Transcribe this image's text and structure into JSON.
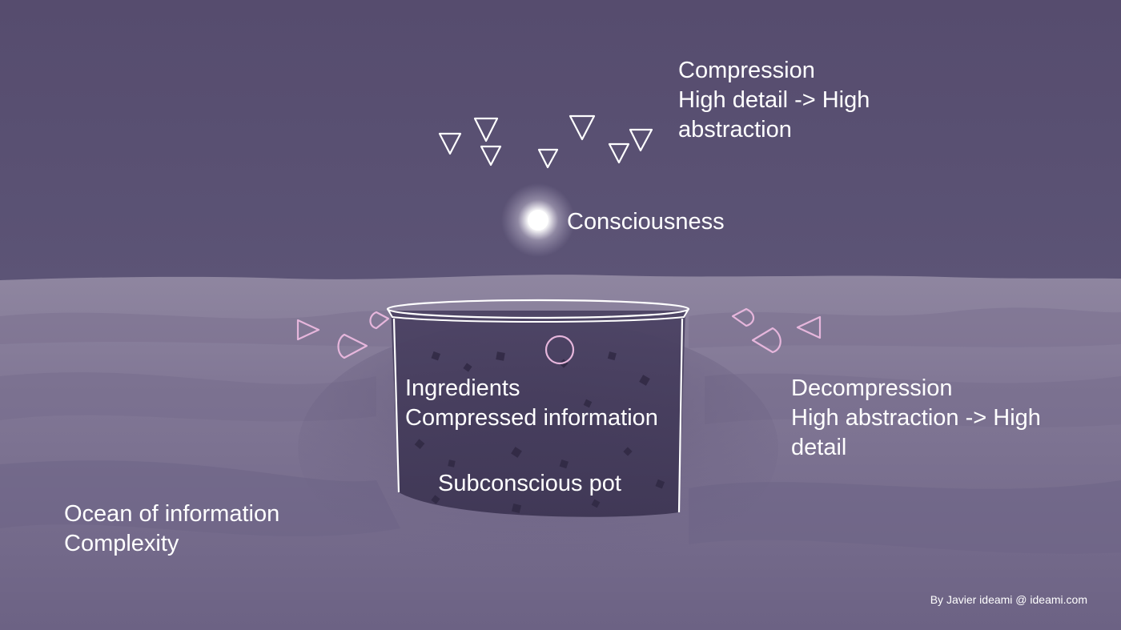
{
  "compression": {
    "title": "Compression",
    "line2": "High detail -> High",
    "line3": "abstraction"
  },
  "consciousness": "Consciousness",
  "pot": {
    "line1": "Ingredients",
    "line2": "Compressed information",
    "name": "Subconscious pot"
  },
  "decompression": {
    "title": "Decompression",
    "line2": "High abstraction -> High",
    "line3": "detail"
  },
  "ocean": {
    "line1": "Ocean of information",
    "line2": "Complexity"
  },
  "credit": "By Javier ideami @ ideami.com",
  "colors": {
    "sky": "#575070",
    "ocean": "#8a7f9a",
    "text": "#ffffff",
    "pink_outline": "#e6b6dc"
  }
}
